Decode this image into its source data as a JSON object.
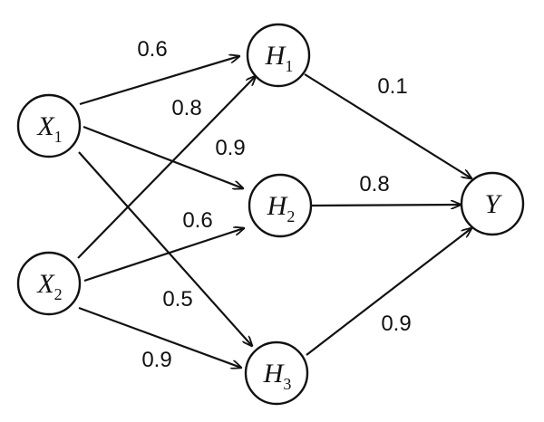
{
  "nodes": {
    "x1": {
      "symbol": "X",
      "subscript": "1"
    },
    "x2": {
      "symbol": "X",
      "subscript": "2"
    },
    "h1": {
      "symbol": "H",
      "subscript": "1"
    },
    "h2": {
      "symbol": "H",
      "subscript": "2"
    },
    "h3": {
      "symbol": "H",
      "subscript": "3"
    },
    "y": {
      "symbol": "Y",
      "subscript": ""
    }
  },
  "edges": [
    {
      "from": "X1",
      "to": "H1",
      "weight": "0.6"
    },
    {
      "from": "X1",
      "to": "H2",
      "weight": "0.9"
    },
    {
      "from": "X1",
      "to": "H3",
      "weight": "0.5"
    },
    {
      "from": "X2",
      "to": "H1",
      "weight": "0.8"
    },
    {
      "from": "X2",
      "to": "H2",
      "weight": "0.6"
    },
    {
      "from": "X2",
      "to": "H3",
      "weight": "0.9"
    },
    {
      "from": "H1",
      "to": "Y",
      "weight": "0.1"
    },
    {
      "from": "H2",
      "to": "Y",
      "weight": "0.8"
    },
    {
      "from": "H3",
      "to": "Y",
      "weight": "0.9"
    }
  ],
  "colors": {
    "stroke": "#111111",
    "background": "#ffffff"
  }
}
